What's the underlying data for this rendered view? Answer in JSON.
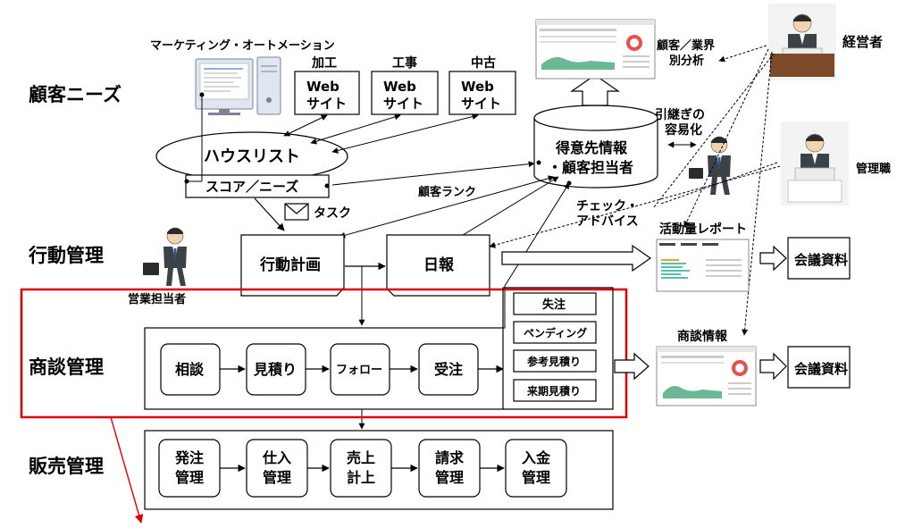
{
  "sections": {
    "needs": "顧客ニーズ",
    "action": "行動管理",
    "deal": "商談管理",
    "sales": "販売管理"
  },
  "marketing": {
    "title": "マーケティング・オートメーション",
    "house_list": "ハウスリスト",
    "score": "スコア／ニーズ"
  },
  "websites": [
    {
      "category": "加工",
      "line1": "Web",
      "line2": "サイト"
    },
    {
      "category": "工事",
      "line1": "Web",
      "line2": "サイト"
    },
    {
      "category": "中古",
      "line1": "Web",
      "line2": "サイト"
    }
  ],
  "database": {
    "line1": "得意先情報",
    "line2": "・顧客担当者"
  },
  "labels": {
    "task": "タスク",
    "customer_rank": "顧客ランク",
    "check_line1": "チェック・",
    "check_line2": "アドバイス",
    "handover_line1": "引継ぎの",
    "handover_line2": "容易化",
    "analysis_line1": "顧客／業界",
    "analysis_line2": "別分析",
    "activity_report": "活動量レポート",
    "deal_info": "商談情報"
  },
  "roles": {
    "executive": "経営者",
    "manager": "管理職",
    "sales_rep": "営業担当者"
  },
  "action_boxes": {
    "plan": "行動計画",
    "daily": "日報"
  },
  "deal_flow": [
    "相談",
    "見積り",
    "フォロー",
    "受注"
  ],
  "deal_outcomes": [
    "失注",
    "ペンディング",
    "参考見積り",
    "来期見積り"
  ],
  "sales_flow": [
    {
      "line1": "発注",
      "line2": "管理"
    },
    {
      "line1": "仕入",
      "line2": "管理"
    },
    {
      "line1": "売上",
      "line2": "計上"
    },
    {
      "line1": "請求",
      "line2": "管理"
    },
    {
      "line1": "入金",
      "line2": "管理"
    }
  ],
  "meeting_docs": [
    "会議資料",
    "会議資料"
  ],
  "colors": {
    "highlight": "#e00000",
    "line": "#000000",
    "suit": "#3c4248"
  }
}
